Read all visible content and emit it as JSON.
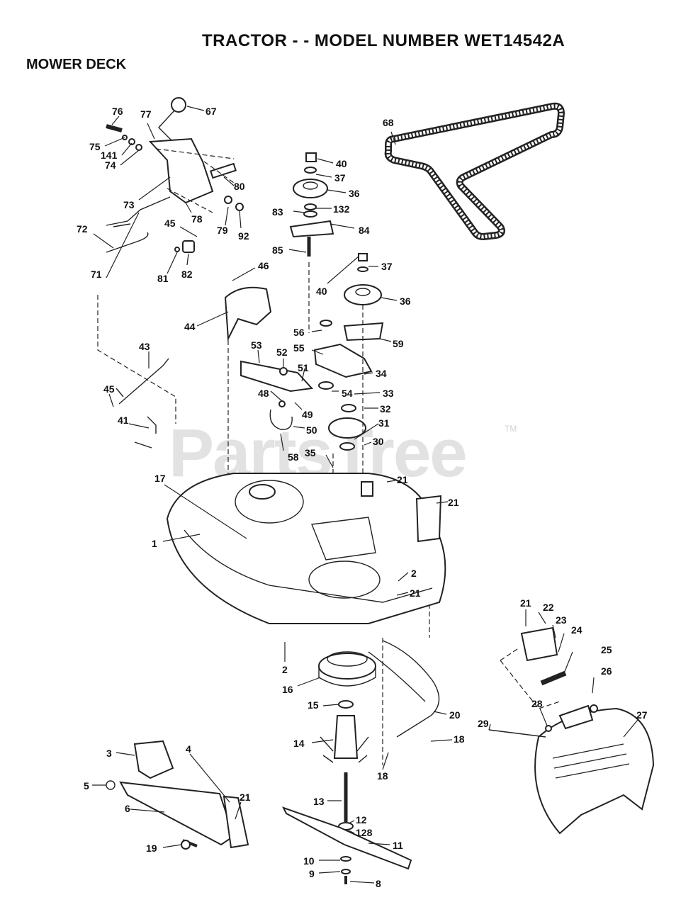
{
  "header": {
    "title": "TRACTOR - - MODEL NUMBER WET14542A",
    "section": "MOWER DECK"
  },
  "watermark": {
    "text": "PartsTree",
    "trademark": "TM"
  },
  "callouts": {
    "c76": "76",
    "c77": "77",
    "c67": "67",
    "c75": "75",
    "c141": "141",
    "c74": "74",
    "c73": "73",
    "c80": "80",
    "c78": "78",
    "c79": "79",
    "c92": "92",
    "c72": "72",
    "c45a": "45",
    "c81": "81",
    "c82": "82",
    "c71": "71",
    "c46": "46",
    "c44": "44",
    "c43": "43",
    "c45b": "45",
    "c41": "41",
    "c40a": "40",
    "c37a": "37",
    "c36a": "36",
    "c83": "83",
    "c132": "132",
    "c84": "84",
    "c85": "85",
    "c68": "68",
    "c37b": "37",
    "c40b": "40",
    "c36b": "36",
    "c56": "56",
    "c59": "59",
    "c55": "55",
    "c53": "53",
    "c52": "52",
    "c51": "51",
    "c34": "34",
    "c54": "54",
    "c48": "48",
    "c33": "33",
    "c49": "49",
    "c32": "32",
    "c50": "50",
    "c31": "31",
    "c58": "58",
    "c35": "35",
    "c30": "30",
    "c21a": "21",
    "c17": "17",
    "c21b": "21",
    "c1": "1",
    "c2a": "2",
    "c21c": "21",
    "c2b": "2",
    "c16": "16",
    "c21d": "21",
    "c22": "22",
    "c23": "23",
    "c24": "24",
    "c25": "25",
    "c26": "26",
    "c15": "15",
    "c20": "20",
    "c28": "28",
    "c27": "27",
    "c29": "29",
    "c14": "14",
    "c18a": "18",
    "c18b": "18",
    "c3": "3",
    "c4": "4",
    "c5": "5",
    "c21e": "21",
    "c6": "6",
    "c13": "13",
    "c12": "12",
    "c128": "128",
    "c19": "19",
    "c11": "11",
    "c10": "10",
    "c9": "9",
    "c8": "8"
  }
}
